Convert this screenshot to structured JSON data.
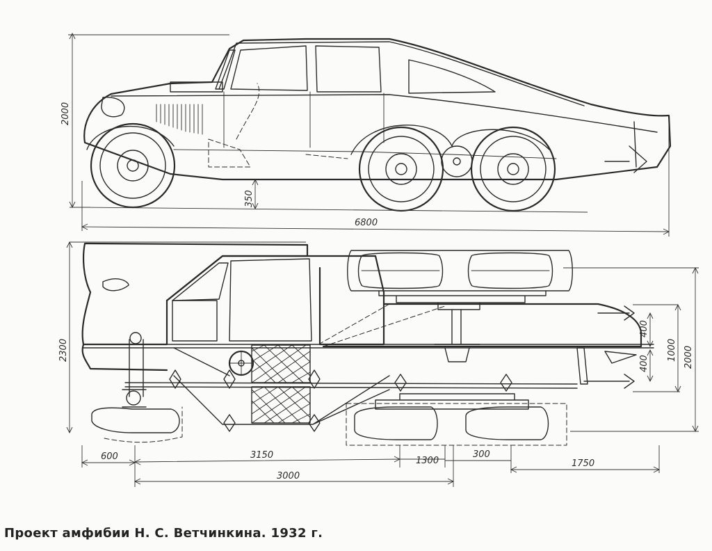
{
  "caption": "Проект амфибии Н. С. Ветчинкина. 1932 г.",
  "dimensions": {
    "side_height": "2000",
    "ground_clearance": "350",
    "overall_length": "6800",
    "plan_width": "2300",
    "front_overhang": "600",
    "wheelbase_front": "3150",
    "wheelbase_total": "3000",
    "rear_axle_spacing": "1300",
    "bogie_offset": "300",
    "rear_overhang": "1750",
    "propeller_upper": "400",
    "propeller_lower": "400",
    "propeller_span": "1000",
    "rear_width": "2000"
  }
}
